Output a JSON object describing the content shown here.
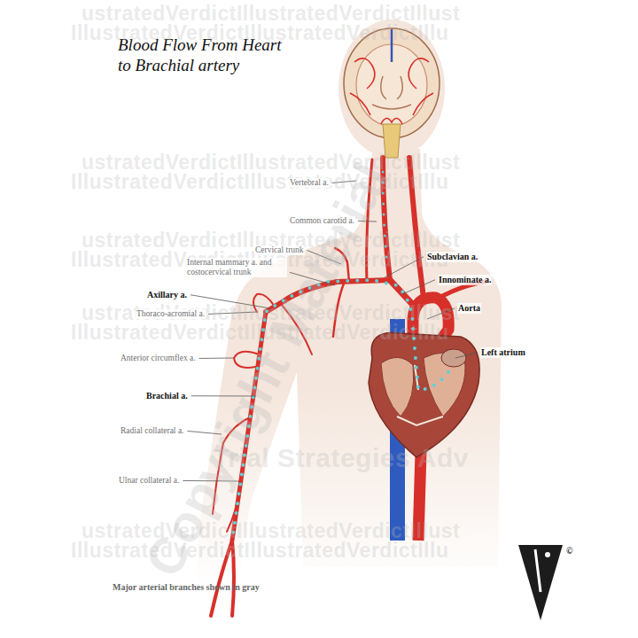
{
  "diagram": {
    "title": "Blood Flow From Heart to Brachial artery",
    "caption": "Major arterial branches shown in gray",
    "labels": [
      "Vertebral a.",
      "Common carotid a.",
      "Cervical trunk",
      "Internal mammary a. and costocervical trunk",
      "Subclavian a.",
      "Innominate a.",
      "Axillary a.",
      "Aorta",
      "Thoraco-acromial a.",
      "Left atrium",
      "Anterior circumflex a.",
      "Brachial a.",
      "Radial collateral a.",
      "Ulnar collateral a.",
      "©",
      "ustratedVerdictIllustratedVerdictIllust",
      "IllustratedVerdictIllustratedVerdictIllu",
      "ustratedVerdictIllustratedVerdictIllust",
      "IllustratedVerdictIllustratedVerdictIllu",
      "ustratedVerdictIllustratedVerdictIllust",
      "IllustratedVerdictIllustratedVerdictIllu",
      "ustratedVerdictIllustratedVerdictIllust",
      "IllustratedVerdictIllustratedVerdictIllu",
      "ustratedVerdictIllustratedVerdictIllust",
      "IllustratedVerdictIllustratedVerdictIllu",
      "Copyright Material",
      "Trial Strategies Adv"
    ]
  }
}
